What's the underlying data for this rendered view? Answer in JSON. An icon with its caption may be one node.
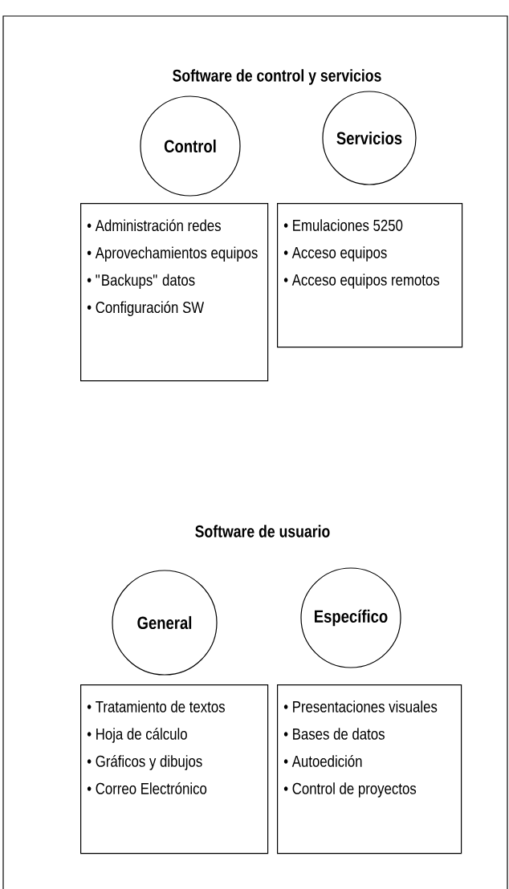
{
  "diagram": {
    "nodes": [
      {
        "text": [
          "Control"
        ]
      },
      {
        "text": [
          "Servicios"
        ]
      },
      {
        "text": [
          "• Administración redes",
          "• Aprovechamientos equipos",
          "• \"Backups\" datos",
          "• Configuración SW"
        ]
      },
      {
        "text": [
          "• Emulaciones 5250",
          "• Acceso equipos",
          "• Acceso equipos remotos"
        ]
      },
      {
        "text": [
          "General"
        ]
      },
      {
        "text": [
          "Específico"
        ]
      },
      {
        "text": [
          "• Tratamiento de textos",
          "• Hoja de cálculo",
          "• Gráficos y dibujos",
          "• Correo Electrónico"
        ]
      },
      {
        "text": [
          "• Presentaciones visuales",
          "• Bases de datos",
          "• Autoedición",
          "• Control de proyectos"
        ]
      }
    ],
    "labels": [
      "Software de control y servicios",
      "Software de usuario"
    ]
  }
}
